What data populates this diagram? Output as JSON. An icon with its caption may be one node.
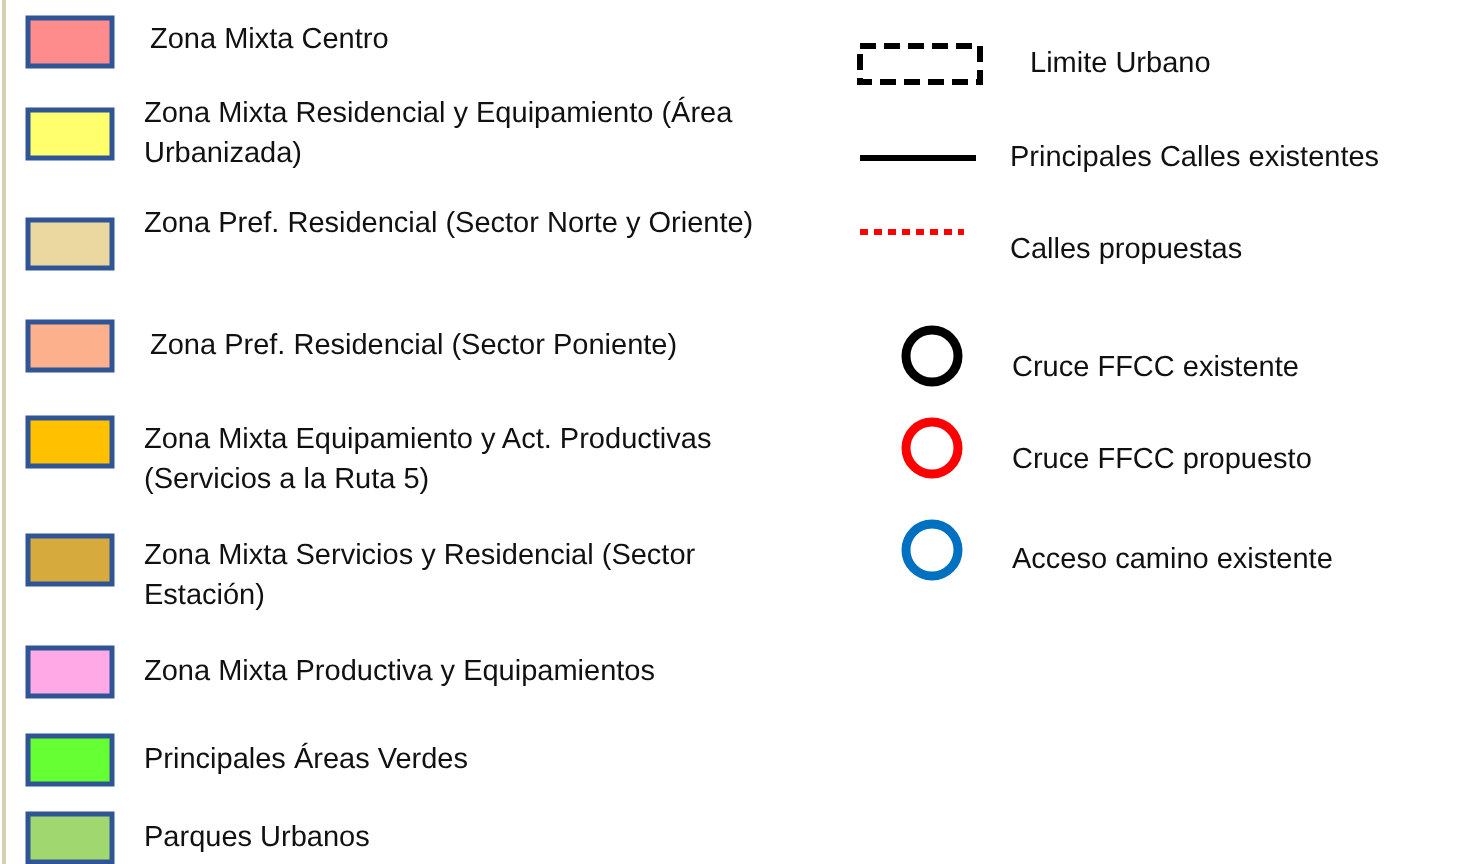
{
  "diagram": {
    "legend": [
      {
        "text": "Zona Mixta Centro",
        "color": "#ff8c8c"
      },
      {
        "text": "Zona Mixta Residencial y Equipamiento (Área Urbanizada)",
        "color": "#ffff6e"
      },
      {
        "text": "Zona Pref. Residencial (Sector Norte y Oriente)",
        "color": "#ebd7a0"
      },
      {
        "text": "Zona Pref. Residencial (Sector Poniente)",
        "color": "#fcb08c"
      },
      {
        "text": "Zona Mixta Equipamiento y Act. Productivas (Servicios  a la Ruta 5)",
        "color": "#ffc000"
      },
      {
        "text": "Zona Mixta Servicios y Residencial (Sector Estación)",
        "color": "#d6aa3c"
      },
      {
        "text": "Zona Mixta Productiva y Equipamientos",
        "color": "#ffaae6"
      },
      {
        "text": "Principales Áreas Verdes",
        "color": "#66ff33"
      },
      {
        "text": "Parques Urbanos",
        "color": "#a0d76e"
      },
      {
        "text": "Limite Urbano"
      },
      {
        "text": "Principales Calles existentes"
      },
      {
        "text": "Calles propuestas"
      },
      {
        "text": "Cruce FFCC existente"
      },
      {
        "text": "Cruce FFCC propuesto"
      },
      {
        "text": "Acceso camino existente"
      }
    ]
  }
}
